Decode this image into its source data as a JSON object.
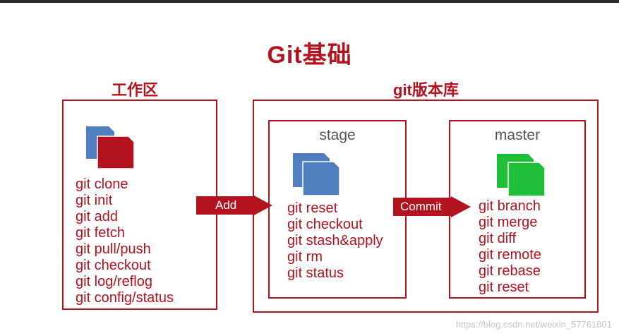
{
  "title": "Git基础",
  "workspace": {
    "title": "工作区",
    "commands": [
      "git clone",
      "git init",
      "git add",
      "git fetch",
      "git pull/push",
      "git checkout",
      "git log/reflog",
      "git config/status"
    ]
  },
  "repository": {
    "title": "git版本库",
    "stage": {
      "label": "stage",
      "commands": [
        "git reset",
        "git checkout",
        "git stash&apply",
        "git rm",
        "git status"
      ]
    },
    "master": {
      "label": "master",
      "commands": [
        "git branch",
        "git merge",
        "git diff",
        "git remote",
        "git rebase",
        "git reset"
      ]
    }
  },
  "arrows": {
    "add": "Add",
    "commit": "Commit"
  },
  "icons": {
    "workspace": "file-stack-icon",
    "stage": "file-stack-icon",
    "master": "file-stack-icon"
  },
  "colors": {
    "accent": "#b3121f",
    "blue_file": "#4f7fbf",
    "red_file": "#b3121f",
    "green_file": "#1fbf3a"
  },
  "watermark": "https://blog.csdn.net/weixin_57761801"
}
